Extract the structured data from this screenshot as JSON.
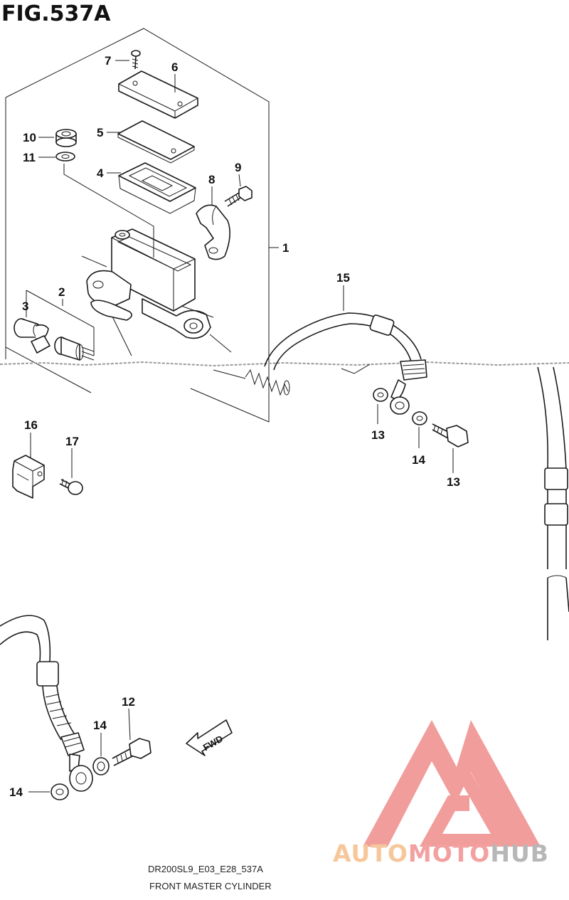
{
  "figure": {
    "title": "FIG.537A"
  },
  "callouts": [
    "1",
    "2",
    "3",
    "4",
    "5",
    "6",
    "7",
    "8",
    "9",
    "10",
    "11",
    "12",
    "13",
    "14",
    "14",
    "14",
    "14",
    "15",
    "16",
    "17"
  ],
  "fwd_label": "FWD",
  "footer": {
    "code": "DR200SL9_E03_E28_537A",
    "caption": "FRONT MASTER CYLINDER"
  },
  "watermark": {
    "part1": "AUTO",
    "part2": "MOTO",
    "part3": "HUB",
    "colors": {
      "auto": "#f6c79a",
      "moto": "#f3a0a0",
      "hub": "#b7b7b7",
      "logo": "#ee8a88"
    }
  }
}
